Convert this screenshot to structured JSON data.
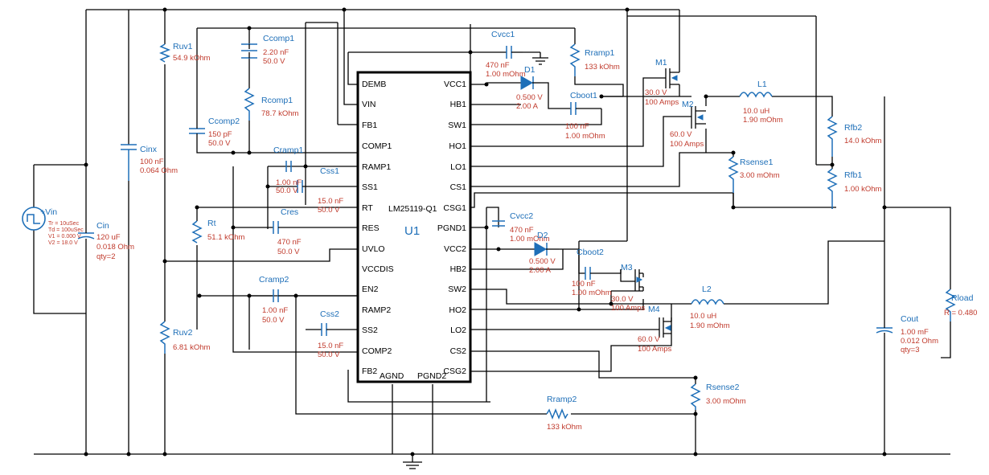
{
  "ic": {
    "ref": "U1",
    "part": "LM25119-Q1",
    "pins_left": [
      "DEMB",
      "VIN",
      "FB1",
      "COMP1",
      "RAMP1",
      "SS1",
      "RT",
      "RES",
      "UVLO",
      "VCCDIS",
      "EN2",
      "RAMP2",
      "SS2",
      "COMP2",
      "FB2"
    ],
    "pins_right": [
      "VCC1",
      "HB1",
      "SW1",
      "HO1",
      "LO1",
      "CS1",
      "CSG1",
      "PGND1",
      "VCC2",
      "HB2",
      "SW2",
      "HO2",
      "LO2",
      "CS2",
      "CSG2"
    ],
    "pins_bottom": [
      "AGND",
      "PGND2"
    ]
  },
  "components": {
    "vin": {
      "name": "+Vin",
      "tr": "Tr = 10uSec",
      "td": "Td = 100uSec",
      "v1": "V1 = 0.000 V",
      "v2": "V2 = 18.0 V"
    },
    "cin": {
      "name": "Cin",
      "v0": "120 uF",
      "v1": "0.018 Ohm",
      "v2": "qty=2"
    },
    "cinx": {
      "name": "Cinx",
      "v0": "100 nF",
      "v1": "0.064 Ohm"
    },
    "ruv1": {
      "name": "Ruv1",
      "v0": "54.9 kOhm"
    },
    "ruv2": {
      "name": "Ruv2",
      "v0": "6.81 kOhm"
    },
    "ccomp1": {
      "name": "Ccomp1",
      "v0": "2.20 nF",
      "v1": "50.0 V"
    },
    "rcomp1": {
      "name": "Rcomp1",
      "v0": "78.7 kOhm"
    },
    "ccomp2": {
      "name": "Ccomp2",
      "v0": "150 pF",
      "v1": "50.0 V"
    },
    "cramp1": {
      "name": "Cramp1",
      "v0": "1.00 nF",
      "v1": "50.0 V"
    },
    "css1": {
      "name": "Css1",
      "v0": "15.0 nF",
      "v1": "50.0 V"
    },
    "rt": {
      "name": "Rt",
      "v0": "51.1 kOhm"
    },
    "cres": {
      "name": "Cres",
      "v0": "470 nF",
      "v1": "50.0 V"
    },
    "cramp2": {
      "name": "Cramp2",
      "v0": "1.00 nF",
      "v1": "50.0 V"
    },
    "css2": {
      "name": "Css2",
      "v0": "15.0 nF",
      "v1": "50.0 V"
    },
    "cvcc1": {
      "name": "Cvcc1",
      "v0": "470 nF",
      "v1": "1.00 mOhm"
    },
    "d1": {
      "name": "D1",
      "v0": "0.500 V",
      "v1": "2.00 A"
    },
    "rramp1": {
      "name": "Rramp1",
      "v0": "133 kOhm"
    },
    "cboot1": {
      "name": "Cboot1",
      "v0": "100 nF",
      "v1": "1.00 mOhm"
    },
    "m1": {
      "name": "M1",
      "v0": "30.0 V",
      "v1": "100 Amps"
    },
    "m2": {
      "name": "M2",
      "v0": "60.0 V",
      "v1": "100 Amps"
    },
    "l1": {
      "name": "L1",
      "v0": "10.0 uH",
      "v1": "1.90 mOhm"
    },
    "rsense1": {
      "name": "Rsense1",
      "v0": "3.00 mOhm"
    },
    "rfb2": {
      "name": "Rfb2",
      "v0": "14.0 kOhm"
    },
    "rfb1": {
      "name": "Rfb1",
      "v0": "1.00 kOhm"
    },
    "cvcc2": {
      "name": "Cvcc2",
      "v0": "470 nF",
      "v1": "1.00 mOhm"
    },
    "d2": {
      "name": "D2",
      "v0": "0.500 V",
      "v1": "2.00 A"
    },
    "cboot2": {
      "name": "Cboot2",
      "v0": "100 nF",
      "v1": "1.00 mOhm"
    },
    "m3": {
      "name": "M3",
      "v0": "30.0 V",
      "v1": "100 Amps"
    },
    "m4": {
      "name": "M4",
      "v0": "60.0 V",
      "v1": "100 Amps"
    },
    "l2": {
      "name": "L2",
      "v0": "10.0 uH",
      "v1": "1.90 mOhm"
    },
    "rsense2": {
      "name": "Rsense2",
      "v0": "3.00 mOhm"
    },
    "rramp2": {
      "name": "Rramp2",
      "v0": "133 kOhm"
    },
    "cout": {
      "name": "Cout",
      "v0": "1.00 mF",
      "v1": "0.012 Ohm",
      "v2": "qty=3"
    },
    "rload": {
      "name": "Rload",
      "v0": "R = 0.480"
    }
  }
}
